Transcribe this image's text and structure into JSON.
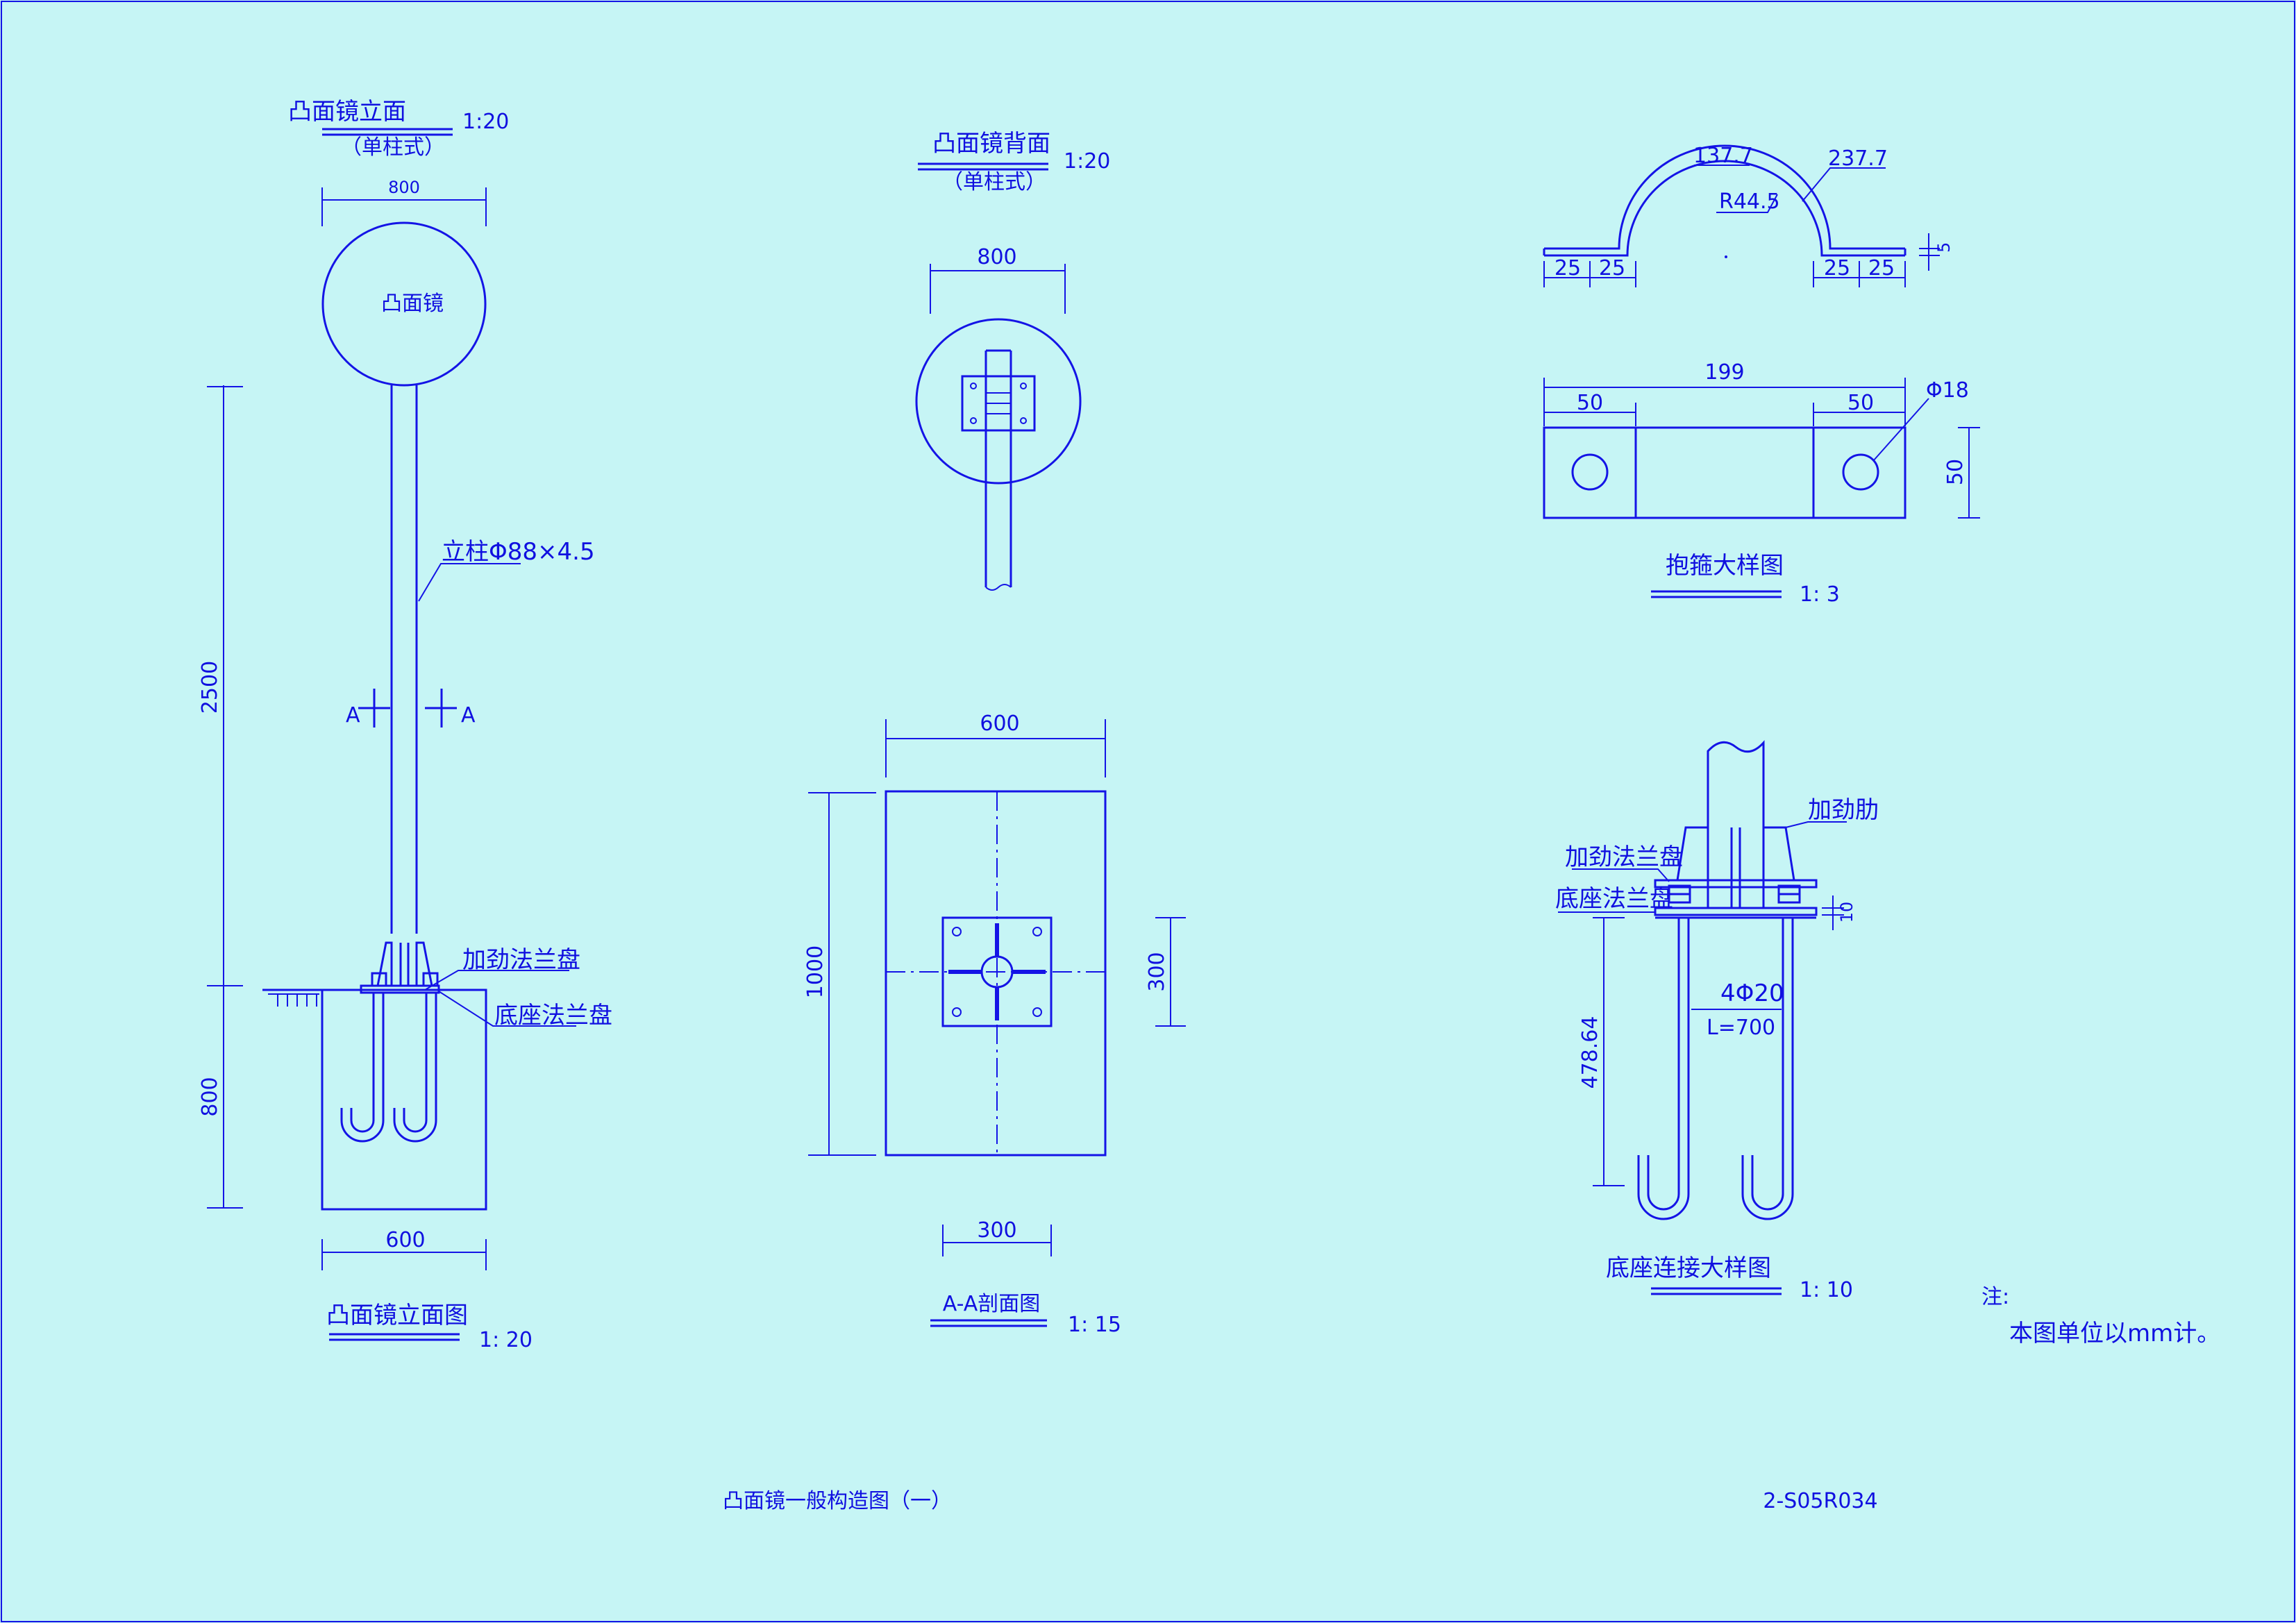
{
  "drawing": {
    "title": "凸面镜一般构造图（一）",
    "number": "2-S05R034"
  },
  "elevation": {
    "title": "凸面镜立面",
    "subtitle": "（单柱式）",
    "scale": "1:20",
    "dim_top": "800",
    "mirror_label": "凸面镜",
    "dim_2500": "2500",
    "dim_800": "800",
    "dim_600": "600",
    "post_label": "立柱Φ88×4.5",
    "section_mark": "A",
    "flange_label": "加劲法兰盘",
    "base_flange_label": "底座法兰盘",
    "caption": "凸面镜立面图",
    "caption_scale": "1: 20"
  },
  "back": {
    "title": "凸面镜背面",
    "subtitle": "（单柱式）",
    "scale": "1:20",
    "dim": "800"
  },
  "section": {
    "dim_600": "600",
    "dim_1000": "1000",
    "dim_300_side": "300",
    "dim_300_bottom": "300",
    "caption": "A-A剖面图",
    "caption_scale": "1: 15"
  },
  "hoop": {
    "dim_137": "137.7",
    "dim_237": "237.7",
    "radius": "R44.5",
    "dim_25": "25",
    "dim_5": "5",
    "dim_199": "199",
    "dim_50": "50",
    "hole": "Φ18",
    "caption": "抱箍大样图",
    "caption_scale": "1: 3"
  },
  "base_detail": {
    "rib_label": "加劲肋",
    "flange_label": "加劲法兰盘",
    "base_flange_label": "底座法兰盘",
    "dim_10": "10",
    "dim_4786": "478.64",
    "bolt_label": "4Φ20",
    "bolt_length": "L=700",
    "caption": "底座连接大样图",
    "caption_scale": "1: 10"
  },
  "notes": {
    "heading": "注:",
    "line1": "本图单位以mm计。"
  }
}
